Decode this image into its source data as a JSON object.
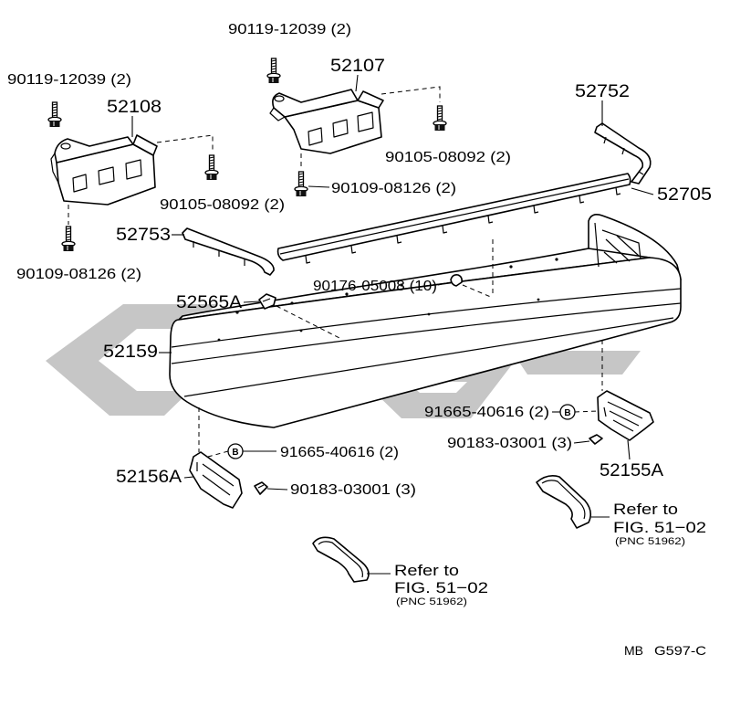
{
  "labels": {
    "bolt_90119_top": "90119-12039 (2)",
    "bolt_90119_left": "90119-12039 (2)",
    "part_52107": "52107",
    "part_52108": "52108",
    "part_52752": "52752",
    "bolt_90105_right": "90105-08092 (2)",
    "bolt_90109_center": "90109-08126 (2)",
    "bolt_90105_left": "90105-08092 (2)",
    "part_52705": "52705",
    "part_52753": "52753",
    "bolt_90109_left": "90109-08126 (2)",
    "clip_90176": "90176-05008 (10)",
    "part_52565A": "52565A",
    "part_52159": "52159",
    "clip_91665_right": "91665-40616 (2)",
    "clip_90183_right": "90183-03001 (3)",
    "clip_91665_left": "91665-40616 (2)",
    "part_52155A": "52155A",
    "part_52156A": "52156A",
    "clip_90183_left": "90183-03001 (3)"
  },
  "references": [
    {
      "line1": "Refer to",
      "line2": "FIG. 51−02",
      "line3": "(PNC 51962)"
    },
    {
      "line1": "Refer to",
      "line2": "FIG. 51−02",
      "line3": "(PNC 51962)"
    }
  ],
  "clip_marker": "B",
  "footer": {
    "prefix": "MB",
    "code": "G597-C"
  }
}
